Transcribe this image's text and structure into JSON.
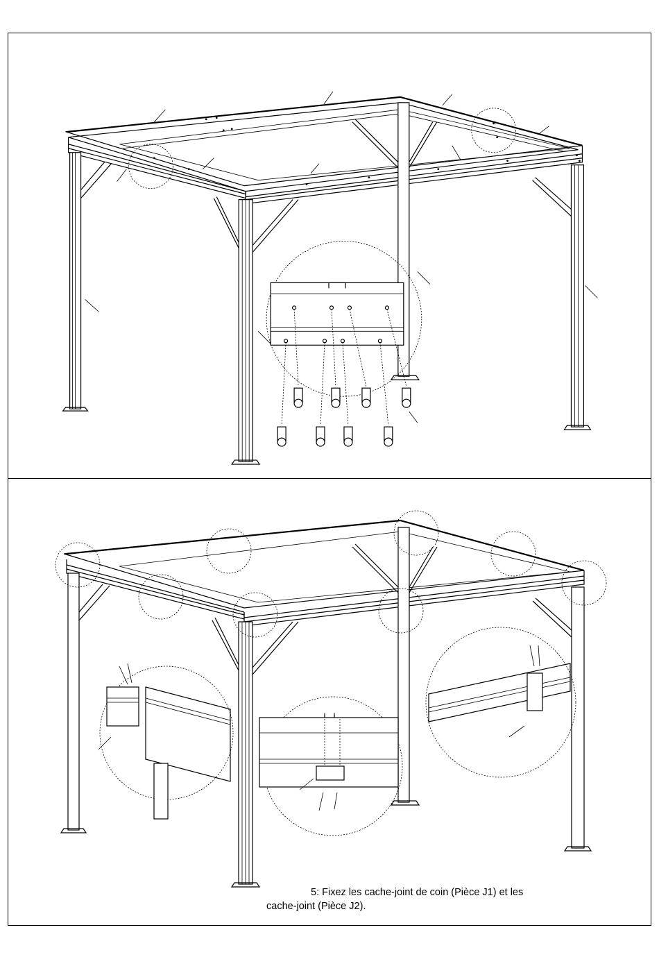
{
  "document": {
    "type": "assembly-instructions",
    "step": {
      "number": "5",
      "caption_line1": "5: Fixez les cache-joint   de coin (Pièce J1) et les",
      "caption_line2": "cache-joint   (Pièce J2)."
    },
    "figures": [
      {
        "name": "frame-assembly-bolting",
        "items": [
          "gazebo-frame",
          "bolt-detail"
        ]
      },
      {
        "name": "joint-cover-installation",
        "items": [
          "gazebo-frame",
          "corner-cover-detail",
          "side-joint-cover-detail",
          "right-joint-cover-detail"
        ]
      }
    ]
  }
}
